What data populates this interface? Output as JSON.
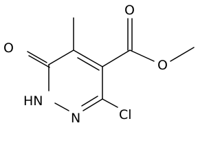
{
  "structure": {
    "atoms": {
      "carbonyl_oxygen": "O",
      "ring_nh": "HN",
      "ring_n": "N",
      "chlorine": "Cl",
      "ester_carbonyl_oxygen": "O",
      "ester_ether_oxygen": "O"
    }
  }
}
